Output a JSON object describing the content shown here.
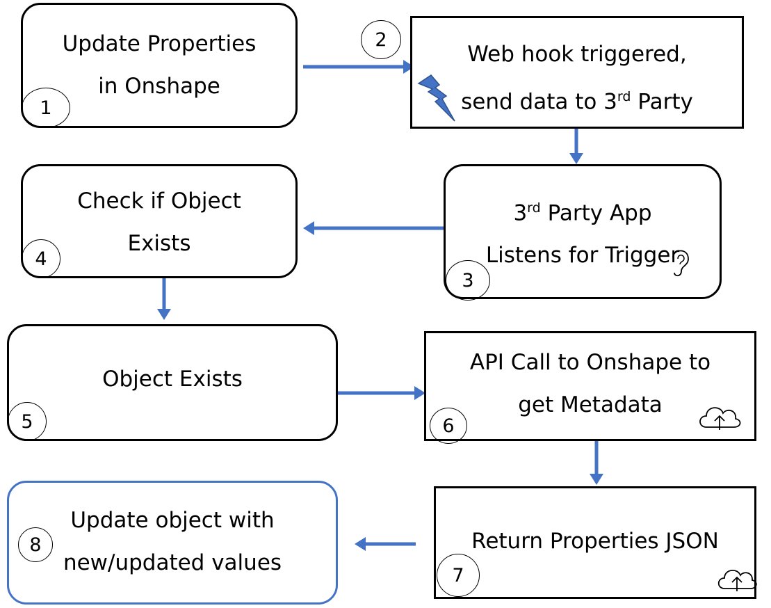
{
  "colors": {
    "arrow": "#4472c4",
    "box_border": "#000000",
    "highlight_border": "#4472c4",
    "lightning": "#4472c4"
  },
  "steps": [
    {
      "number": "1",
      "lines": [
        "Update Properties",
        "in Onshape"
      ]
    },
    {
      "number": "2",
      "lines": [
        "Web hook triggered,",
        "send data to 3",
        "rd",
        " Party"
      ],
      "icon": "lightning-icon"
    },
    {
      "number": "3",
      "lines": [
        "3",
        "rd",
        " Party App",
        "Listens for Trigger"
      ],
      "icon": "ear-icon"
    },
    {
      "number": "4",
      "lines": [
        "Check if Object",
        "Exists"
      ]
    },
    {
      "number": "5",
      "lines": [
        "Object Exists"
      ]
    },
    {
      "number": "6",
      "lines": [
        "API Call to Onshape to",
        "get Metadata"
      ],
      "icon": "cloud-upload-icon"
    },
    {
      "number": "7",
      "lines": [
        "Return Properties JSON"
      ],
      "icon": "cloud-upload-icon"
    },
    {
      "number": "8",
      "lines": [
        "Update object with",
        "new/updated values"
      ]
    }
  ]
}
